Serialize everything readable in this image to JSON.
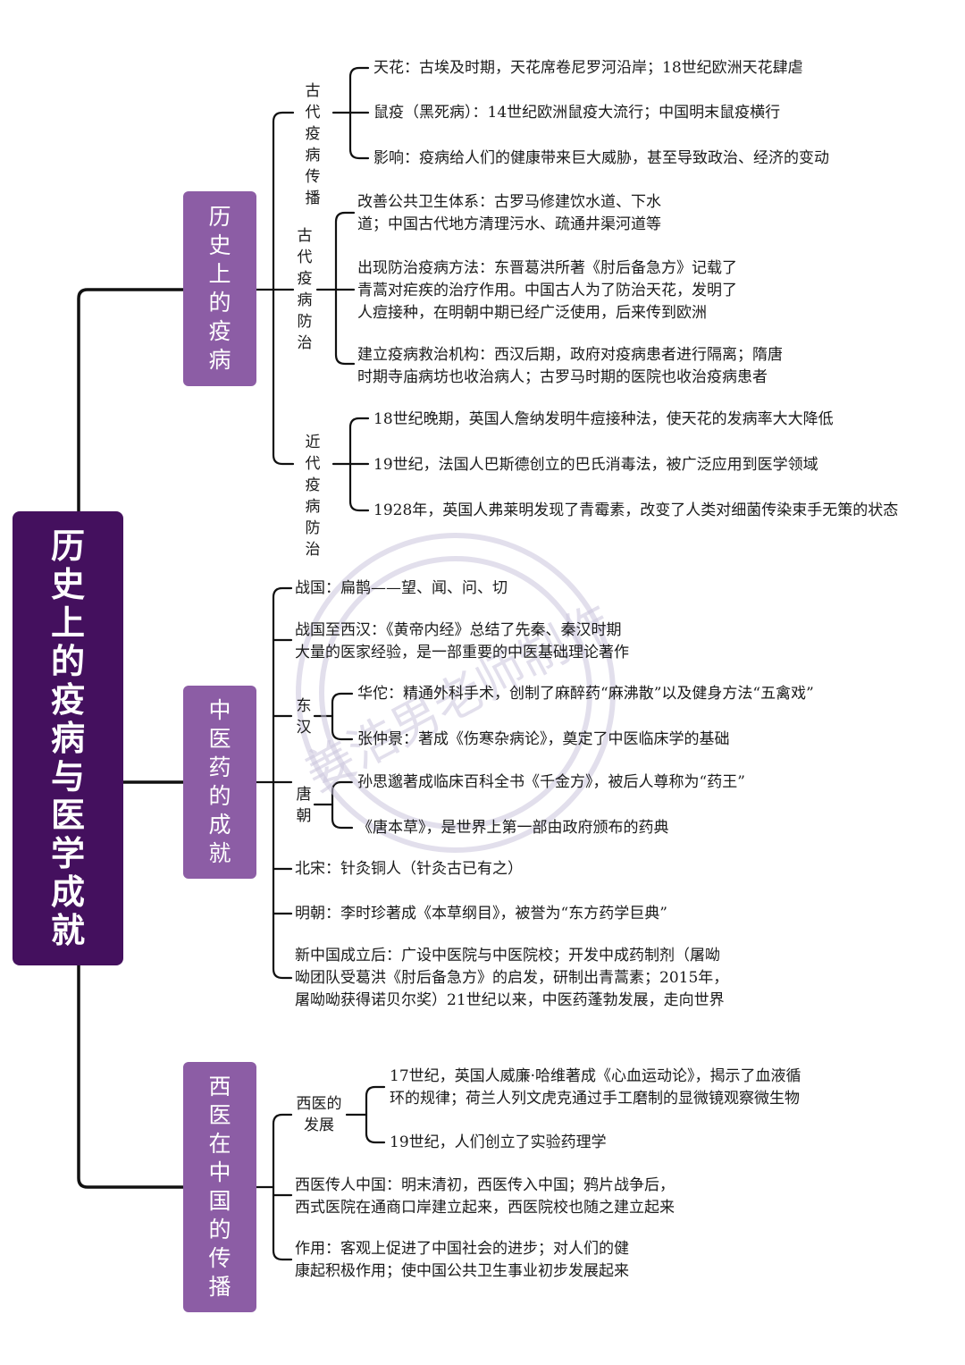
{
  "colors": {
    "root_bg": "#44105e",
    "branch_bg": "#8c5da5",
    "line": "#111111",
    "watermark": "#ccc6dd"
  },
  "root": {
    "title": "历史上的疫病与医学成就"
  },
  "watermark": {
    "text": "姜浩男老师制作"
  },
  "branches": [
    {
      "title": "历史上的疫病",
      "subs": [
        {
          "label": "古代疫病传播",
          "items": [
            "天花：古埃及时期，天花席卷尼罗河沿岸；18世纪欧洲天花肆虐",
            "鼠疫（黑死病）：14世纪欧洲鼠疫大流行；中国明末鼠疫横行",
            "影响：疫病给人们的健康带来巨大威胁，甚至导致政治、经济的变动"
          ]
        },
        {
          "label": "古代疫病防治",
          "items": [
            "改善公共卫生体系：古罗马修建饮水道、下水\n道；中国古代地方清理污水、疏通井渠河道等",
            "出现防治疫病方法：东晋葛洪所著《肘后备急方》记载了\n青蒿对疟疾的治疗作用。中国古人为了防治天花，发明了\n人痘接种，在明朝中期已经广泛使用，后来传到欧洲",
            "建立疫病救治机构：西汉后期，政府对疫病患者进行隔离；隋唐\n时期寺庙病坊也收治病人；古罗马时期的医院也收治疫病患者"
          ]
        },
        {
          "label": "近代疫病防治",
          "items": [
            "18世纪晚期，英国人詹纳发明牛痘接种法，使天花的发病率大大降低",
            "19世纪，法国人巴斯德创立的巴氏消毒法，被广泛应用到医学领域",
            "1928年，英国人弗莱明发现了青霉素，改变了人类对细菌传染束手无策的状态"
          ]
        }
      ]
    },
    {
      "title": "中医药的成就",
      "items": [
        {
          "text": "战国：扁鹊——望、闻、问、切"
        },
        {
          "text": "战国至西汉：《黄帝内经》总结了先秦、秦汉时期\n大量的医家经验，是一部重要的中医基础理论著作"
        },
        {
          "label": "东汉",
          "items": [
            "华佗：精通外科手术，创制了麻醉药“麻沸散”以及健身方法“五禽戏”",
            "张仲景：著成《伤寒杂病论》，奠定了中医临床学的基础"
          ]
        },
        {
          "label": "唐朝",
          "items": [
            "孙思邈著成临床百科全书《千金方》，被后人尊称为“药王”",
            "《唐本草》，是世界上第一部由政府颁布的药典"
          ]
        },
        {
          "text": "北宋：针灸铜人（针灸古已有之）"
        },
        {
          "text": "明朝：李时珍著成《本草纲目》，被誉为“东方药学巨典”"
        },
        {
          "text": "新中国成立后：广设中医院与中医院校；开发中成药制剂（屠呦\n呦团队受葛洪《肘后备急方》的启发，研制出青蒿素；2015年，\n屠呦呦获得诺贝尔奖）21世纪以来，中医药蓬勃发展，走向世界"
        }
      ]
    },
    {
      "title": "西医在中国的传播",
      "items": [
        {
          "label": "西医的发展",
          "items": [
            "17世纪，英国人威廉·哈维著成《心血运动论》，揭示了血液循\n环的规律；荷兰人列文虎克通过手工磨制的显微镜观察微生物",
            "19世纪，人们创立了实验药理学"
          ]
        },
        {
          "text": "西医传人中国：明末清初，西医传入中国；鸦片战争后，\n西式医院在通商口岸建立起来，西医院校也随之建立起来"
        },
        {
          "text": "作用：客观上促进了中国社会的进步；对人们的健\n康起积极作用；使中国公共卫生事业初步发展起来"
        }
      ]
    }
  ]
}
